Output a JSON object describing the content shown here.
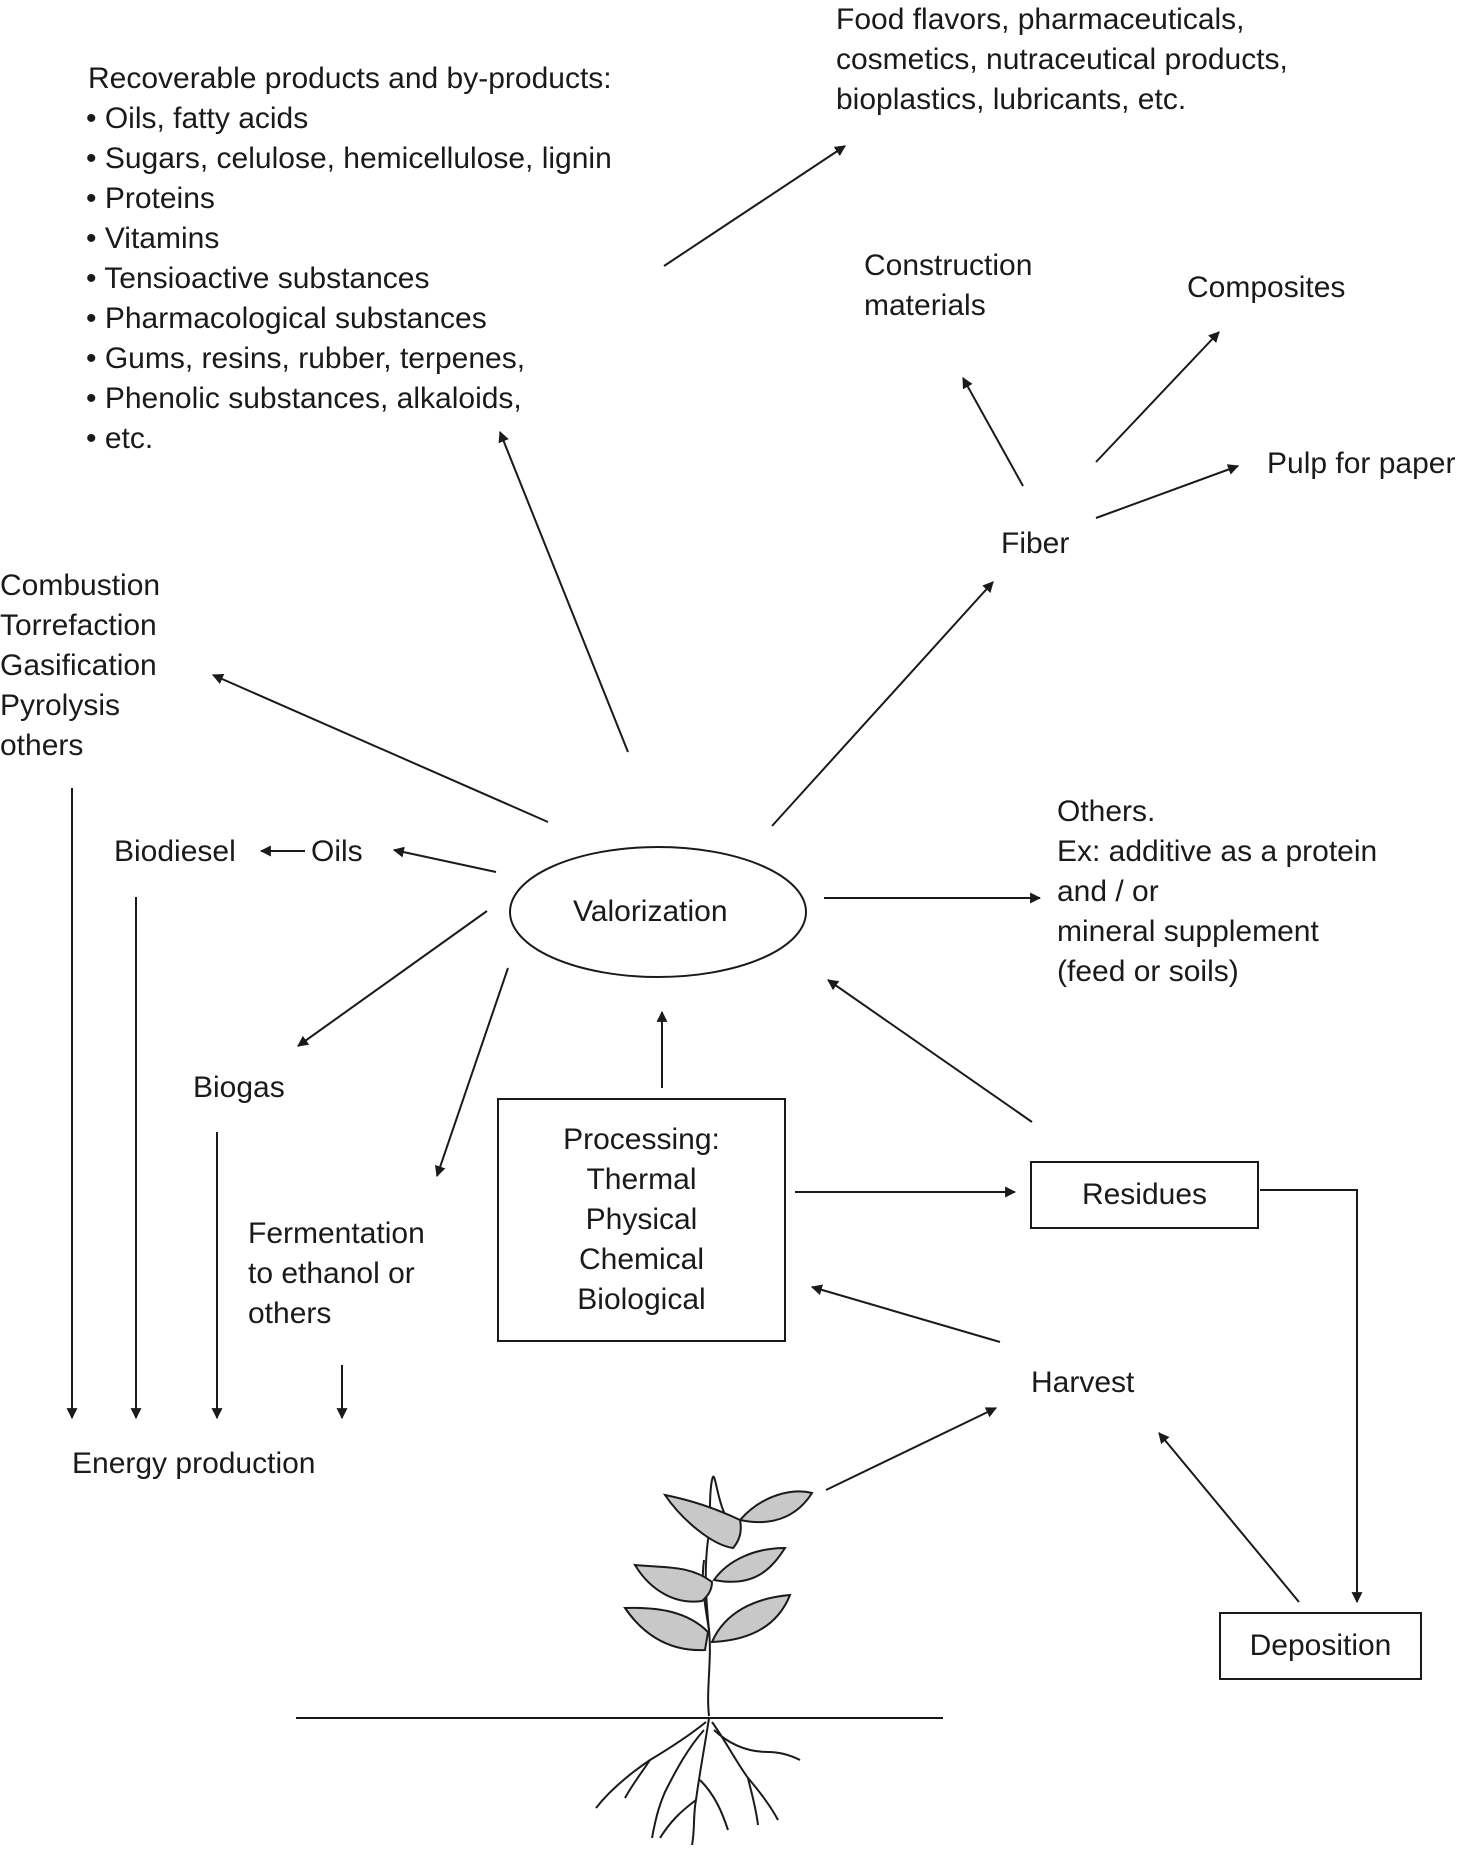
{
  "products": {
    "heading": "Recoverable products and by-products:",
    "items": [
      "• Oils, fatty acids",
      "• Sugars, celulose, hemicellulose, lignin",
      "• Proteins",
      "• Vitamins",
      "• Tensioactive substances",
      "•  Pharmacological substances",
      "• Gums, resins, rubber, terpenes,",
      "• Phenolic substances, alkaloids,",
      "• etc."
    ]
  },
  "food_flavors": [
    "Food flavors, pharmaceuticals,",
    "cosmetics, nutraceutical products,",
    "bioplastics, lubricants, etc."
  ],
  "construction": [
    "Construction",
    "materials"
  ],
  "composites": "Composites",
  "pulp": "Pulp for paper",
  "fiber": "Fiber",
  "thermo": [
    "Combustion",
    "Torrefaction",
    "Gasification",
    "Pyrolysis",
    "others"
  ],
  "biodiesel": "Biodiesel",
  "oils": "Oils",
  "valorization": "Valorization",
  "others_use": [
    "Others.",
    "Ex: additive as a protein",
    "and / or",
    "mineral supplement",
    "(feed or soils)"
  ],
  "biogas": "Biogas",
  "fermentation": [
    "Fermentation",
    "to ethanol or",
    "others"
  ],
  "processing": [
    "Processing:",
    "Thermal",
    "Physical",
    "Chemical",
    "Biological"
  ],
  "residues": "Residues",
  "harvest": "Harvest",
  "energy": "Energy production",
  "deposition": "Deposition"
}
